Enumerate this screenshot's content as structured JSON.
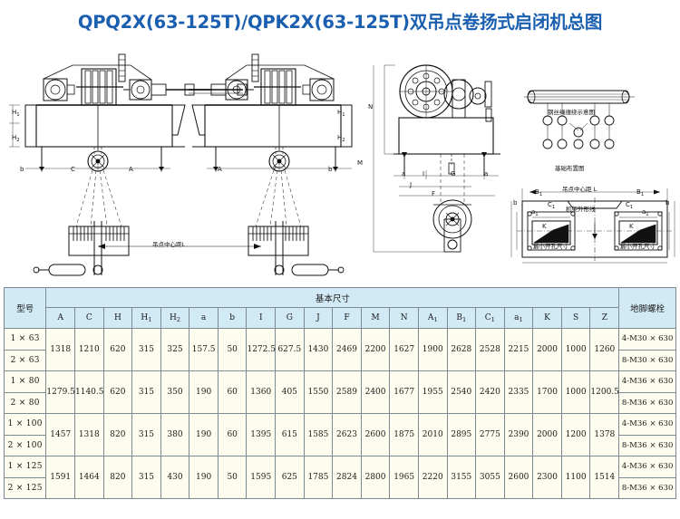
{
  "title": "QPQ2X(63-125T)/QPK2X(63-125T)双吊点卷扬式启闭机总图",
  "drawings": {
    "front_view_left": {
      "name": "left-hoist-assembly-drawing",
      "dimension_labels": [
        "H1",
        "H2",
        "b",
        "C",
        "A"
      ],
      "caption": "吊点中心距L"
    },
    "front_view_right": {
      "name": "right-hoist-assembly-drawing",
      "dimension_labels": [
        "H1",
        "H2",
        "A",
        "C",
        "b"
      ]
    },
    "side_view": {
      "name": "side-elevation-drawing",
      "dimension_labels": [
        "N",
        "M",
        "a",
        "I",
        "G",
        "J",
        "F",
        "a"
      ]
    },
    "rope_diagram": {
      "name": "wire-rope-reeving-diagram",
      "caption": "钢丝绳缠绕示意图"
    },
    "foundation_plan": {
      "name": "foundation-layout-diagram",
      "caption": "基础布置图",
      "center_distance_label": "吊点中心距 L",
      "frame_outline_label": "机架外形线",
      "min_opening_label": "最小开孔尺寸",
      "dimension_labels": [
        "B1",
        "C1",
        "K",
        "a1",
        "b",
        "b1"
      ]
    }
  },
  "table": {
    "model_header": "型号",
    "group_header": "基本尺寸",
    "bolt_header": "地脚螺栓",
    "columns": [
      {
        "label": "A",
        "sub": ""
      },
      {
        "label": "C",
        "sub": ""
      },
      {
        "label": "H",
        "sub": ""
      },
      {
        "label": "H",
        "sub": "1"
      },
      {
        "label": "H",
        "sub": "2"
      },
      {
        "label": "a",
        "sub": ""
      },
      {
        "label": "b",
        "sub": ""
      },
      {
        "label": "I",
        "sub": ""
      },
      {
        "label": "G",
        "sub": ""
      },
      {
        "label": "J",
        "sub": ""
      },
      {
        "label": "F",
        "sub": ""
      },
      {
        "label": "M",
        "sub": ""
      },
      {
        "label": "N",
        "sub": ""
      },
      {
        "label": "A",
        "sub": "1"
      },
      {
        "label": "B",
        "sub": "1"
      },
      {
        "label": "C",
        "sub": "1"
      },
      {
        "label": "a",
        "sub": "1"
      },
      {
        "label": "K",
        "sub": ""
      },
      {
        "label": "S",
        "sub": ""
      },
      {
        "label": "Z",
        "sub": ""
      }
    ],
    "rows": [
      {
        "models": [
          "1 × 63",
          "2 × 63"
        ],
        "values": [
          "1318",
          "1210",
          "620",
          "315",
          "325",
          "157.5",
          "50",
          "1272.5",
          "627.5",
          "1430",
          "2469",
          "2200",
          "1627",
          "1900",
          "2628",
          "2528",
          "2215",
          "2000",
          "1000",
          "1260"
        ],
        "bolts": [
          "4-M30 × 630",
          "8-M30 × 630"
        ]
      },
      {
        "models": [
          "1 × 80",
          "2 × 80"
        ],
        "values": [
          "1279.5",
          "1140.5",
          "620",
          "315",
          "350",
          "190",
          "60",
          "1360",
          "405",
          "1550",
          "2589",
          "2400",
          "1677",
          "1955",
          "2540",
          "2420",
          "2335",
          "1700",
          "1000",
          "1200.5"
        ],
        "bolts": [
          "4-M36 × 630",
          "8-M36 × 630"
        ]
      },
      {
        "models": [
          "1 × 100",
          "2 × 100"
        ],
        "values": [
          "1457",
          "1318",
          "820",
          "315",
          "380",
          "190",
          "60",
          "1395",
          "615",
          "1585",
          "2623",
          "2600",
          "1875",
          "2010",
          "2895",
          "2775",
          "2390",
          "2000",
          "1200",
          "1378"
        ],
        "bolts": [
          "4-M36 × 630",
          "8-M36 × 630"
        ]
      },
      {
        "models": [
          "1 × 125",
          "2 × 125"
        ],
        "values": [
          "1591",
          "1464",
          "820",
          "315",
          "430",
          "190",
          "50",
          "1595",
          "625",
          "1785",
          "2824",
          "2800",
          "1965",
          "2220",
          "3155",
          "3055",
          "2600",
          "2300",
          "1100",
          "1514"
        ],
        "bolts": [
          "4-M36 × 630",
          "8-M36 × 630"
        ]
      }
    ]
  },
  "colors": {
    "title": "#1b5fb0",
    "header_bg": "#d2e9f6",
    "cell_bg": "#fdfcee",
    "border": "#7d8a93"
  }
}
